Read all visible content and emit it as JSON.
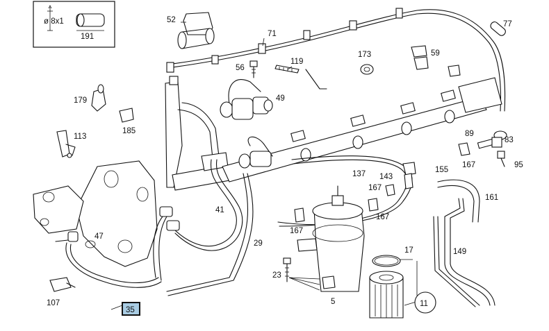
{
  "legend": {
    "diameter": "ø 8x1",
    "number": "191"
  },
  "labels": {
    "p52": "52",
    "p71": "71",
    "p77": "77",
    "p119": "119",
    "p173": "173",
    "p59": "59",
    "p56": "56",
    "p49": "49",
    "p179": "179",
    "p185": "185",
    "p113": "113",
    "p89": "89",
    "p83": "83",
    "p167a": "167",
    "p95": "95",
    "p137": "137",
    "p143": "143",
    "p155": "155",
    "p167b": "167",
    "p167c": "167",
    "p161": "161",
    "p41": "41",
    "p167d": "167",
    "p29": "29",
    "p47": "47",
    "p17": "17",
    "p149": "149",
    "p23": "23",
    "p107": "107",
    "p5": "5",
    "p11": "11",
    "p35": "35"
  },
  "highlight": {
    "part": "35",
    "color": "#a9cce3"
  }
}
